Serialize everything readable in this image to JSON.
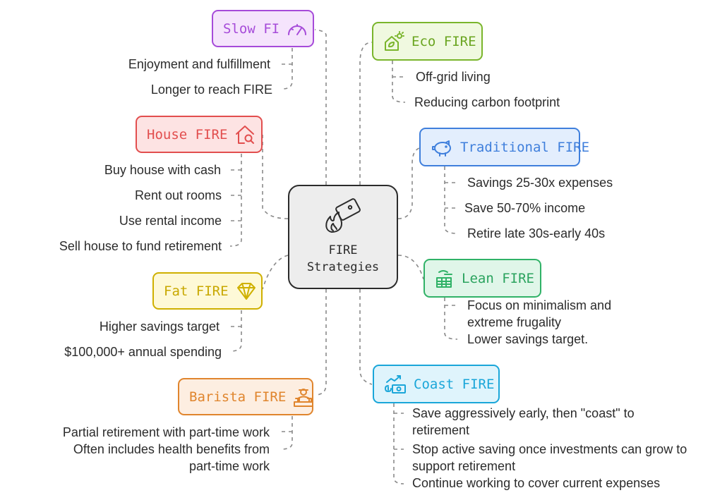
{
  "center": {
    "title_line1": "FIRE",
    "title_line2": "Strategies",
    "icon": "fire-card-icon"
  },
  "branches": {
    "slow_fi": {
      "label": "Slow FI",
      "icon": "gauge-icon",
      "color": "#a64bd9",
      "fill": "#f5e4fc",
      "items": [
        "Enjoyment and fulfillment",
        "Longer to reach FIRE"
      ]
    },
    "house_fire": {
      "label": "House FIRE",
      "icon": "house-search-icon",
      "color": "#e24e4e",
      "fill": "#fde3e3",
      "items": [
        "Buy house with cash",
        "Rent out rooms",
        "Use rental income",
        "Sell house to fund retirement"
      ]
    },
    "fat_fire": {
      "label": "Fat FIRE",
      "icon": "diamond-icon",
      "color": "#cfb000",
      "fill": "#fef9d7",
      "items": [
        "Higher savings target",
        "$100,000+ annual spending"
      ]
    },
    "barista_fire": {
      "label": "Barista FIRE",
      "icon": "barista-icon",
      "color": "#e0852d",
      "fill": "#fdeee1",
      "items": [
        "Partial retirement with part-time work",
        "Often includes health benefits from part-time work"
      ]
    },
    "eco_fire": {
      "label": "Eco FIRE",
      "icon": "eco-house-icon",
      "color": "#7ab52c",
      "fill": "#f0f9e0",
      "items": [
        "Off-grid living",
        "Reducing carbon footprint"
      ]
    },
    "traditional_fire": {
      "label": "Traditional FIRE",
      "icon": "piggy-bank-icon",
      "color": "#3f7fdc",
      "fill": "#e3eefd",
      "items": [
        "Savings 25-30x expenses",
        "Save 50-70% income",
        "Retire late 30s-early 40s"
      ]
    },
    "lean_fire": {
      "label": "Lean FIRE",
      "icon": "minimal-room-icon",
      "color": "#30b267",
      "fill": "#e0f6e9",
      "items": [
        "Focus on minimalism and extreme frugality",
        "Lower savings target."
      ]
    },
    "coast_fire": {
      "label": "Coast FIRE",
      "icon": "money-growth-icon",
      "color": "#1aa6d9",
      "fill": "#dff4fc",
      "items": [
        "Save aggressively early, then \"coast\" to retirement",
        "Stop active saving once investments can grow to support retirement",
        "Continue working to cover current expenses"
      ]
    }
  }
}
